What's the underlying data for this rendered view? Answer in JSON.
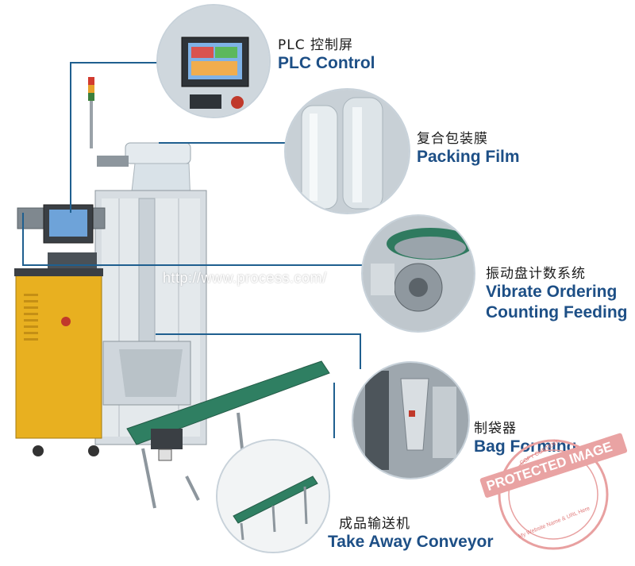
{
  "callouts": [
    {
      "id": "plc",
      "cn": "PLC 控制屏",
      "en": "PLC Control"
    },
    {
      "id": "film",
      "cn": "复合包装膜",
      "en": "Packing Film"
    },
    {
      "id": "vibrate",
      "cn": "振动盘计数系统",
      "en": "Vibrate Ordering",
      "en2": "Counting Feeding"
    },
    {
      "id": "bag",
      "cn": "制袋器",
      "en": "Bag Forming"
    },
    {
      "id": "conveyor",
      "cn": "成品输送机",
      "en": "Take Away Conveyor"
    }
  ],
  "watermark_url": "http://www.process.com/",
  "stamp": {
    "main": "PROTECTED IMAGE",
    "ring_top": "COPY CONTENT",
    "ring_bottom": "My Website Name & URL Here"
  },
  "colors": {
    "label_en": "#1d4f86",
    "leader": "#1f5f8f",
    "stamp": "#e07b7b",
    "machine_panel": "#e8b020"
  }
}
